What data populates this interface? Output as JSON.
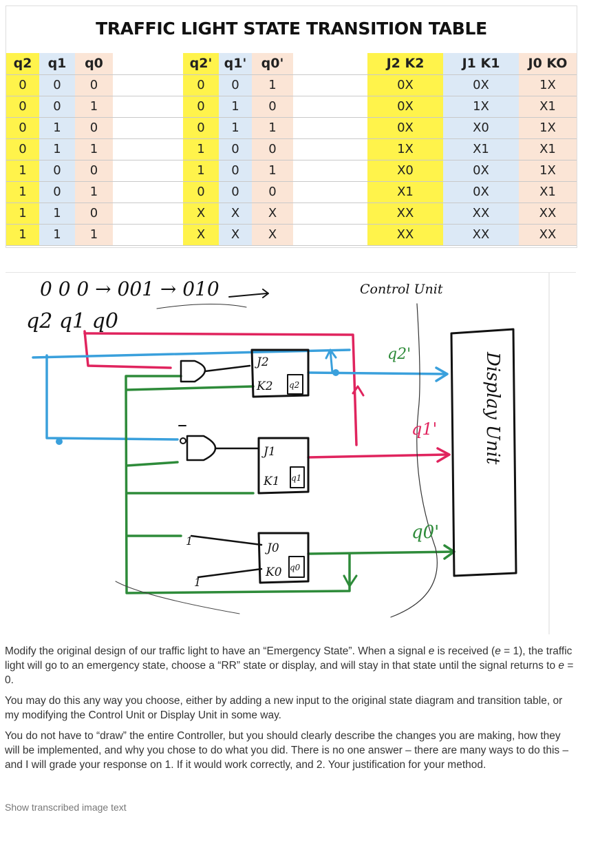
{
  "table": {
    "title": "TRAFFIC LIGHT STATE TRANSITION TABLE",
    "headers": [
      "q2",
      "q1",
      "q0",
      "q2'",
      "q1'",
      "q0'",
      "J2 K2",
      "J1 K1",
      "J0 KO"
    ],
    "rows": [
      [
        "0",
        "0",
        "0",
        "0",
        "0",
        "1",
        "0X",
        "0X",
        "1X"
      ],
      [
        "0",
        "0",
        "1",
        "0",
        "1",
        "0",
        "0X",
        "1X",
        "X1"
      ],
      [
        "0",
        "1",
        "0",
        "0",
        "1",
        "1",
        "0X",
        "X0",
        "1X"
      ],
      [
        "0",
        "1",
        "1",
        "1",
        "0",
        "0",
        "1X",
        "X1",
        "X1"
      ],
      [
        "1",
        "0",
        "0",
        "1",
        "0",
        "1",
        "X0",
        "0X",
        "1X"
      ],
      [
        "1",
        "0",
        "1",
        "0",
        "0",
        "0",
        "X1",
        "0X",
        "X1"
      ],
      [
        "1",
        "1",
        "0",
        "X",
        "X",
        "X",
        "XX",
        "XX",
        "XX"
      ],
      [
        "1",
        "1",
        "1",
        "X",
        "X",
        "X",
        "XX",
        "XX",
        "XX"
      ]
    ],
    "colors": {
      "yellow": "#fff34b",
      "blue": "#dce9f6",
      "peach": "#fbe5d6"
    }
  },
  "diagram": {
    "top_state": "0 0 0 → 001 → 010",
    "state_vars": "q2 q1 q0",
    "control_label": "Control Unit",
    "ff2_j": "J2",
    "ff2_k": "K2",
    "ff2_q": "q2",
    "ff1_j": "J1",
    "ff1_k": "K1",
    "ff1_q": "q1",
    "ff0_j": "J0",
    "ff0_k": "K0",
    "ff0_q": "q0",
    "out_q2": "q2'",
    "out_q1": "q1'",
    "out_q0": "q0'",
    "const_high_top": "1",
    "const_high_bottom": "1",
    "display_label": "Display Unit",
    "colors": {
      "blue": "#3aa0dc",
      "green": "#2e8b3a",
      "red": "#e0245e",
      "black": "#111111"
    }
  },
  "question": {
    "p1_a": "Modify the original design of our traffic light to have an “Emergency State”. When a signal ",
    "p1_e1": "e",
    "p1_b": " is received (",
    "p1_e2": "e",
    "p1_c": " = 1), the traffic light will go to an emergency state, choose a “RR” state or display, and will stay in that state until the signal returns to ",
    "p1_e3": "e",
    "p1_d": " = 0.",
    "p2": "You may do this any way you choose, either by adding a new input to the original state diagram and transition table, or my modifying the Control Unit or Display Unit in some way.",
    "p3": "You do not have to “draw” the entire Controller, but you should clearly describe the changes you are making, how they will be implemented, and why you chose to do what you did. There is no one answer – there are many ways to do this – and I will grade your response on 1. If it would work correctly, and 2. Your justification for your method."
  },
  "show_transcribed": "Show transcribed image text"
}
